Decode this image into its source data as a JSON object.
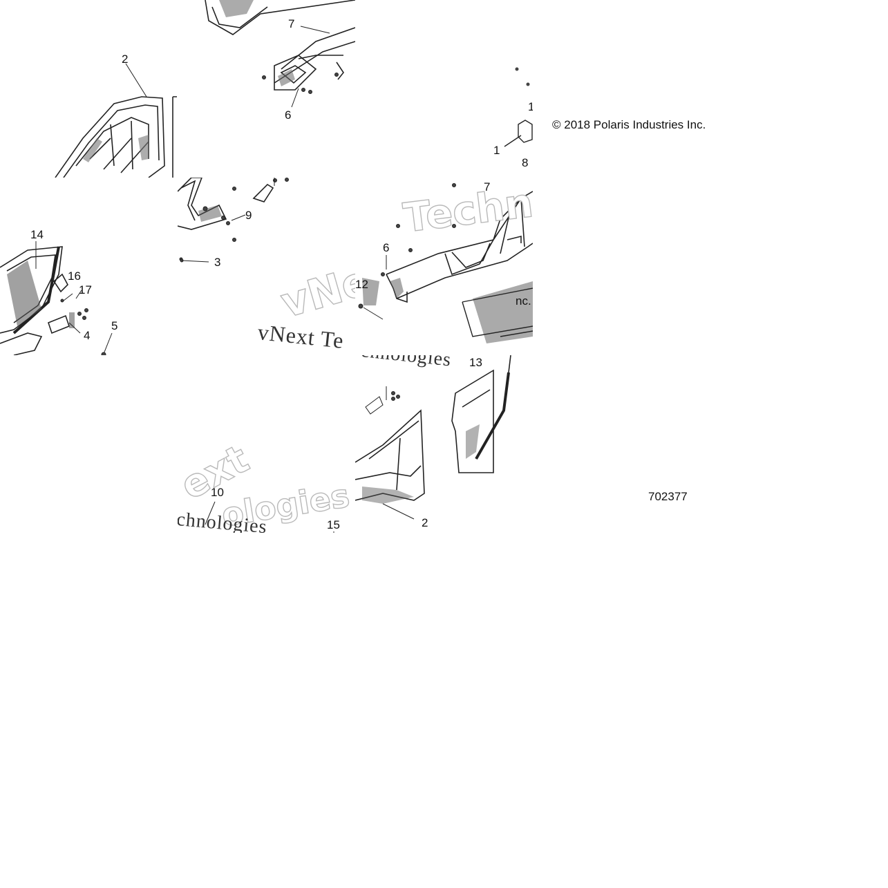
{
  "diagram": {
    "copyright": "© 2018 Polaris Industries Inc.",
    "diagram_number": "702377",
    "callouts": {
      "c2_top": "2",
      "c7_top": "7",
      "c6_top": "6",
      "c1_top": "1",
      "c1_mid": "1",
      "c8": "8",
      "c14": "14",
      "c16": "16",
      "c17": "17",
      "c4": "4",
      "c5": "5",
      "c9": "9",
      "c3": "3",
      "c7_mid": "7",
      "c6_mid": "6",
      "c12": "12",
      "c13": "13",
      "c10": "10",
      "c15": "15",
      "c2_bottom": "2"
    },
    "watermarks": {
      "w1": "Techno",
      "w2": "vNe",
      "w3": "vNext Te",
      "w4": "chnologies",
      "w5": "ext",
      "w6": "ologies",
      "w7": "chnologies",
      "w8": "nc."
    }
  }
}
